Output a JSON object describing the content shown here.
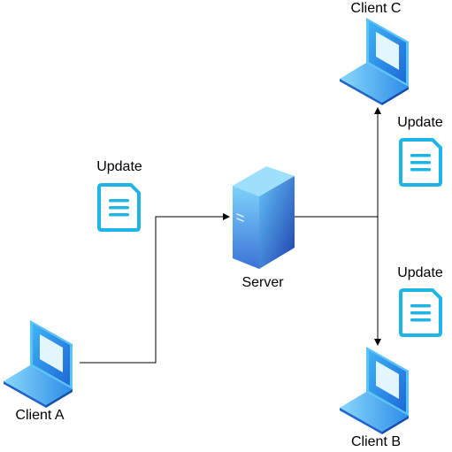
{
  "diagram": {
    "server_label": "Server",
    "client_a_label": "Client A",
    "client_b_label": "Client B",
    "client_c_label": "Client C",
    "update_label_a": "Update",
    "update_label_b": "Update",
    "update_label_c": "Update"
  },
  "colors": {
    "line": "#000000",
    "icon_blue": "#29B6F6",
    "server_dark": "#1A3FAF",
    "server_light": "#5EB8F5",
    "laptop_screen": "#1E88E5",
    "document_outline": "#1EB4E6"
  },
  "icons": {
    "server": "server-icon",
    "laptop": "laptop-icon",
    "document": "document-icon"
  }
}
